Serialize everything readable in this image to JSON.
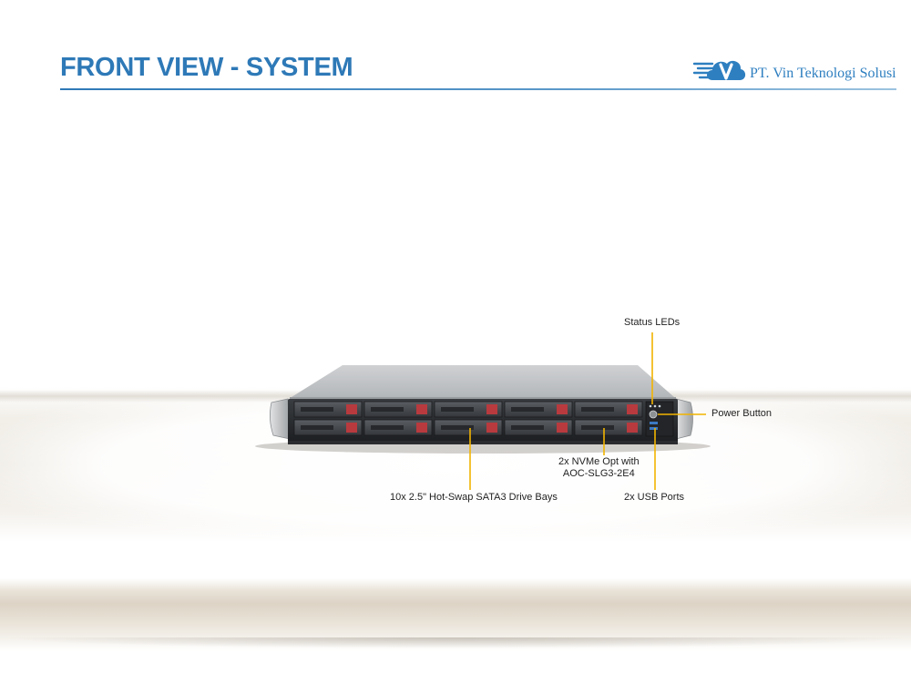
{
  "header": {
    "title": "FRONT VIEW - SYSTEM",
    "company": "PT. Vin Teknologi Solusi"
  },
  "callouts": {
    "status_leds": "Status LEDs",
    "power_button": "Power Button",
    "nvme_line1": "2x NVMe Opt with",
    "nvme_line2": "AOC-SLG3-2E4",
    "drive_bays": "10x 2.5\" Hot-Swap SATA3 Drive Bays",
    "usb_ports": "2x USB Ports"
  },
  "colors": {
    "title_blue": "#2e79b7",
    "callout_line": "#f2b400",
    "drive_latch_red": "#b83a3e"
  },
  "icons": {
    "logo": "cloud-v-logo-icon"
  }
}
